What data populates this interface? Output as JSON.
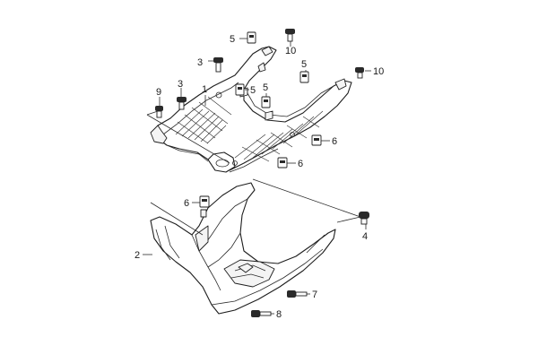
{
  "callouts": [
    {
      "id": "c1",
      "label": "1"
    },
    {
      "id": "c2",
      "label": "2"
    },
    {
      "id": "c3a",
      "label": "3"
    },
    {
      "id": "c3b",
      "label": "3"
    },
    {
      "id": "c4",
      "label": "4"
    },
    {
      "id": "c5a",
      "label": "5"
    },
    {
      "id": "c5b",
      "label": "5"
    },
    {
      "id": "c5c",
      "label": "5"
    },
    {
      "id": "c5d",
      "label": "5"
    },
    {
      "id": "c6a",
      "label": "6"
    },
    {
      "id": "c6b",
      "label": "6"
    },
    {
      "id": "c6c",
      "label": "6"
    },
    {
      "id": "c7",
      "label": "7"
    },
    {
      "id": "c8",
      "label": "8"
    },
    {
      "id": "c9",
      "label": "9"
    },
    {
      "id": "c10a",
      "label": "10"
    },
    {
      "id": "c10b",
      "label": "10"
    }
  ]
}
